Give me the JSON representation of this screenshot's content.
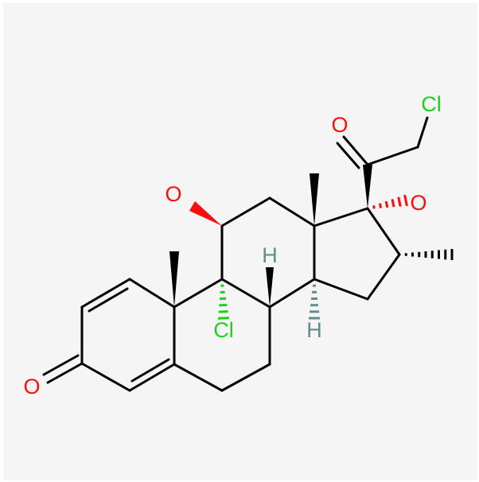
{
  "colors": {
    "background": "#f5f5f5",
    "bond": "#000000",
    "oxygen": "#ff0d0d",
    "chlorine": "#1fd01f",
    "hydrogen": "#638c8c"
  },
  "molecule": {
    "atoms": [
      {
        "id": "cl1",
        "label": "Cl",
        "element": "Cl"
      },
      {
        "id": "o_ketone",
        "label": "O",
        "element": "O"
      },
      {
        "id": "o_c11",
        "label": "O",
        "element": "O"
      },
      {
        "id": "o_c17",
        "label": "O",
        "element": "O"
      },
      {
        "id": "h_c8",
        "label": "H",
        "element": "H"
      },
      {
        "id": "cl9",
        "label": "Cl",
        "element": "Cl"
      },
      {
        "id": "h_c14",
        "label": "H",
        "element": "H"
      },
      {
        "id": "o_c3",
        "label": "O",
        "element": "O"
      }
    ]
  }
}
